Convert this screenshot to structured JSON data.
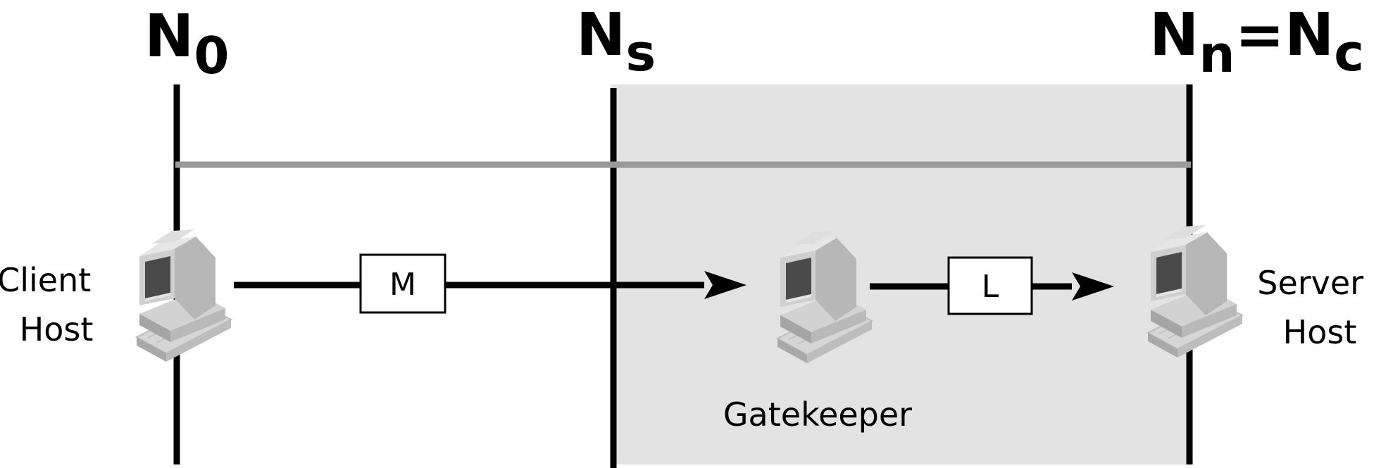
{
  "nodes": {
    "n0": {
      "main": "N",
      "sub": "0"
    },
    "ns": {
      "main": "N",
      "sub": "s"
    },
    "nn": {
      "main": "N",
      "sub": "n",
      "equals": "=",
      "main2": "N",
      "sub2": "c"
    }
  },
  "hosts": {
    "client": {
      "line1": "Client",
      "line2": "Host"
    },
    "gatekeeper": {
      "label": "Gatekeeper"
    },
    "server": {
      "line1": "Server",
      "line2": "Host"
    }
  },
  "messages": {
    "m": "M",
    "l": "L"
  },
  "colors": {
    "domain_shade": "#e3e3e3",
    "path_line": "#9a9a9a",
    "line": "#000000"
  },
  "icons": {
    "client": "computer-icon",
    "gatekeeper": "computer-icon",
    "server": "computer-icon"
  }
}
